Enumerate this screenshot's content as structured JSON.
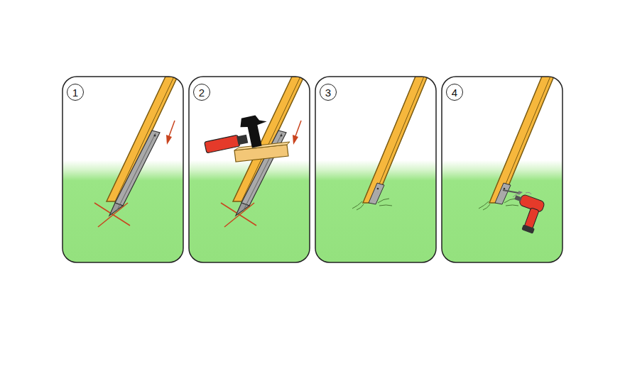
{
  "diagram": {
    "nodes": [
      {
        "text": [
          "1"
        ]
      },
      {
        "text": [
          "2"
        ]
      },
      {
        "text": [
          "3"
        ]
      },
      {
        "text": [
          "4"
        ]
      }
    ],
    "edges": []
  }
}
